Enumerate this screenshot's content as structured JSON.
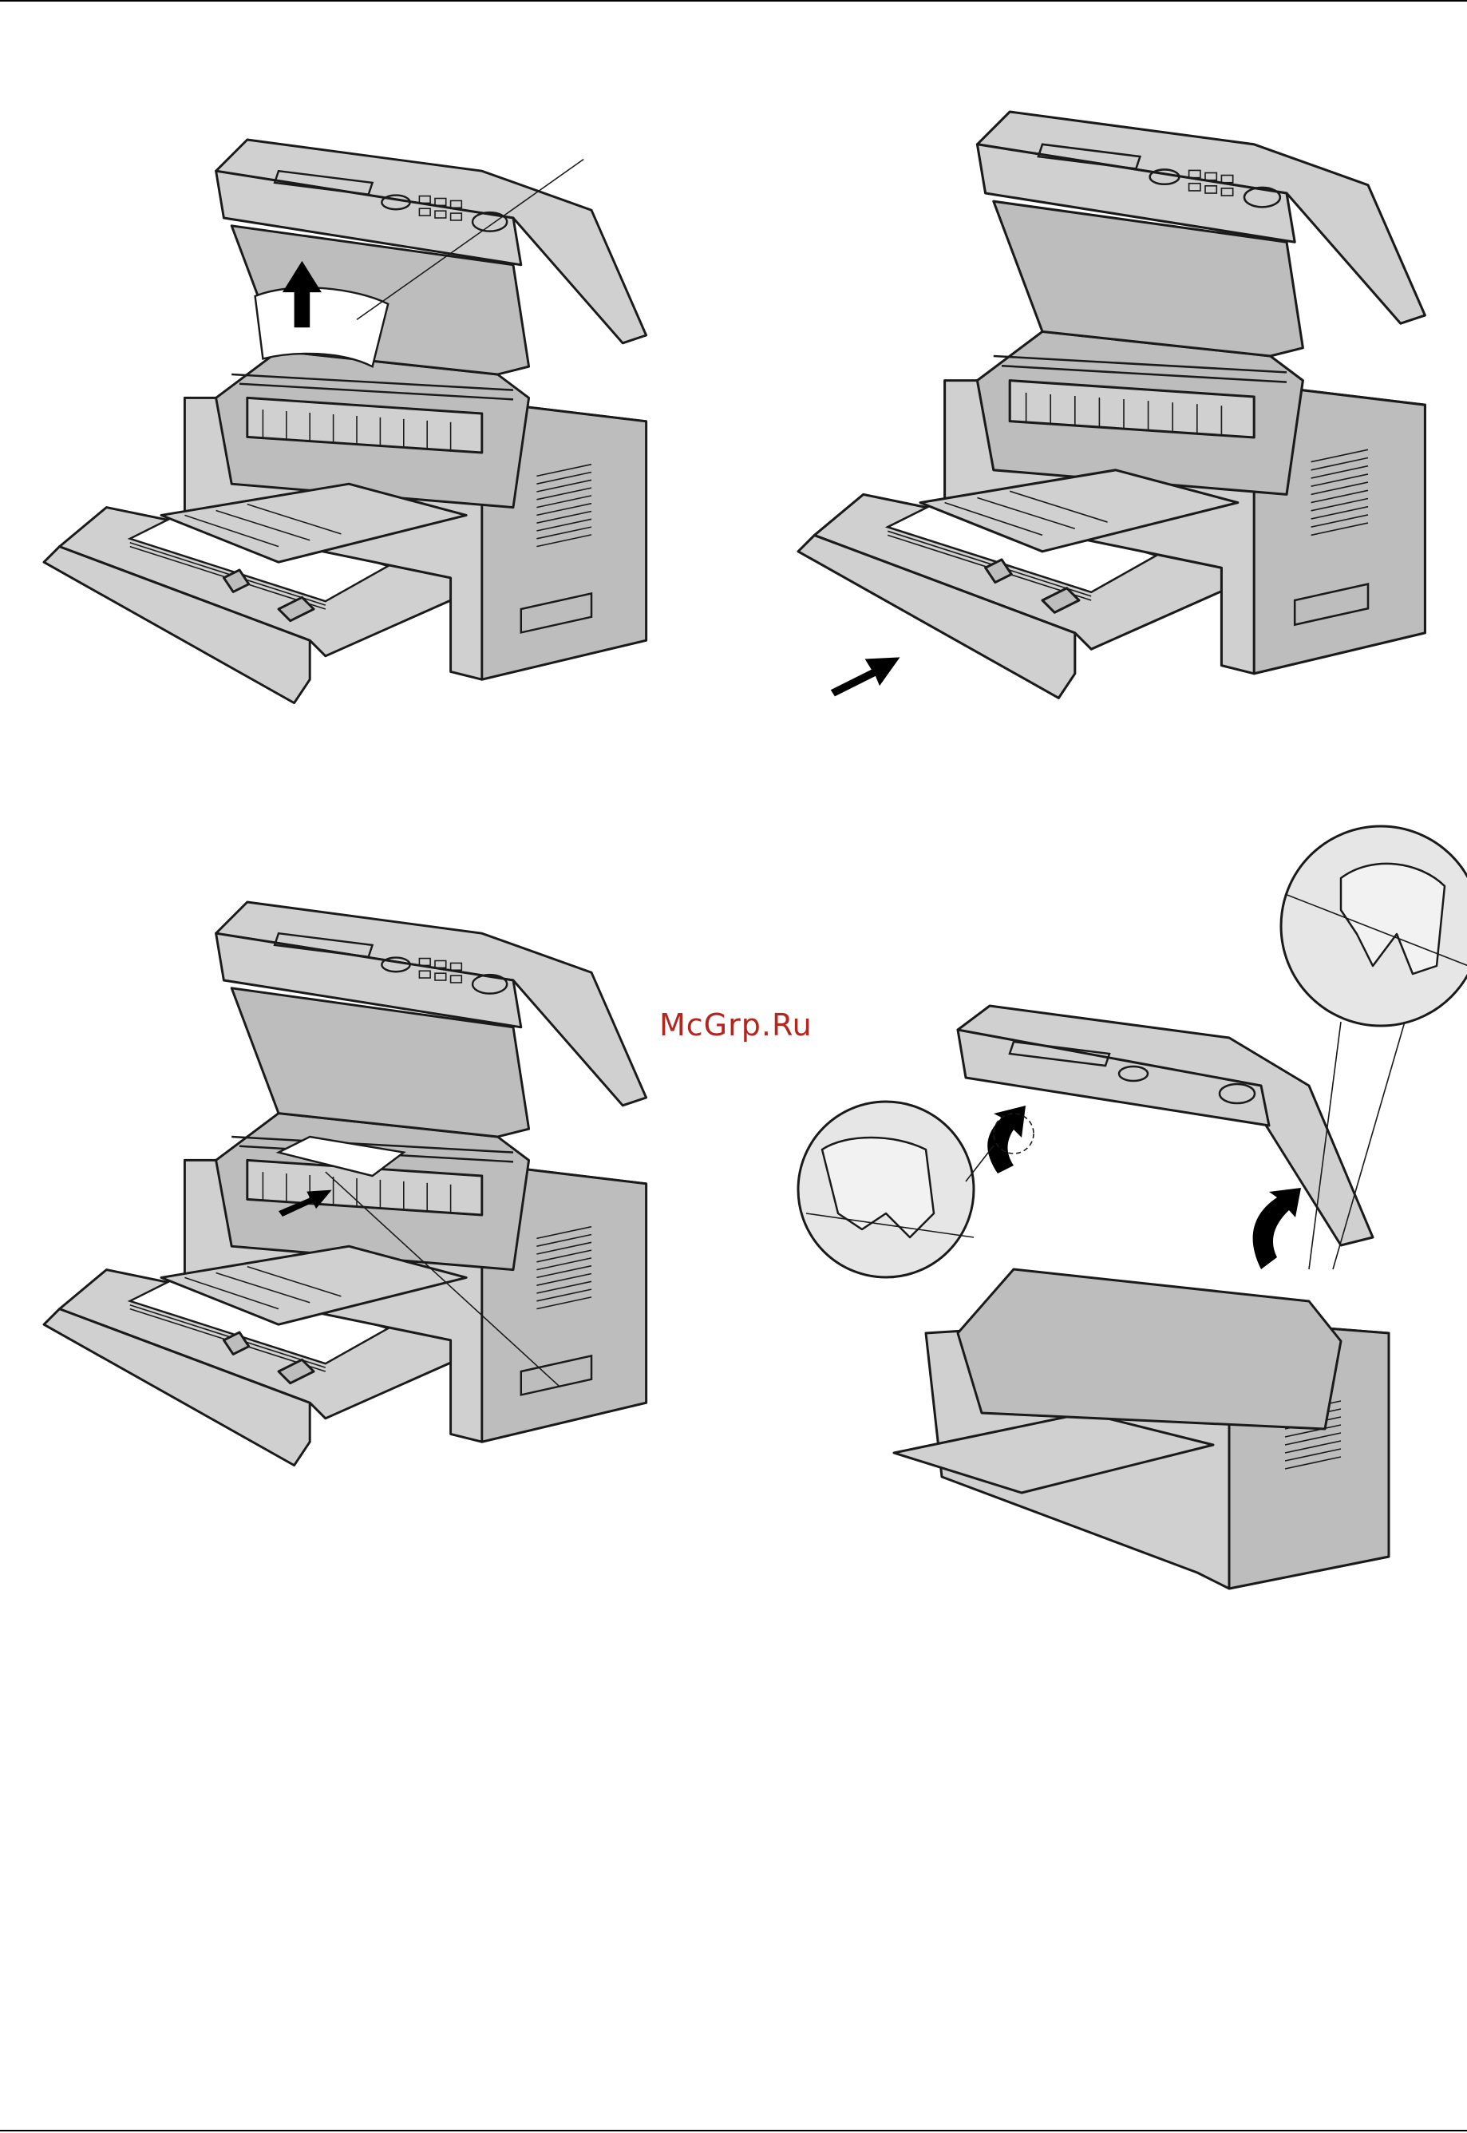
{
  "watermark": {
    "text": "McGrp.Ru",
    "color": "#b3261e"
  },
  "figures": [
    {
      "name": "remove-jammed-paper-upward",
      "icon": "printer-open-icon"
    },
    {
      "name": "close-paper-tray",
      "icon": "printer-open-icon"
    },
    {
      "name": "pull-jammed-paper-forward",
      "icon": "printer-open-icon"
    },
    {
      "name": "close-top-cover-with-hands",
      "icon": "printer-closing-icon"
    }
  ]
}
